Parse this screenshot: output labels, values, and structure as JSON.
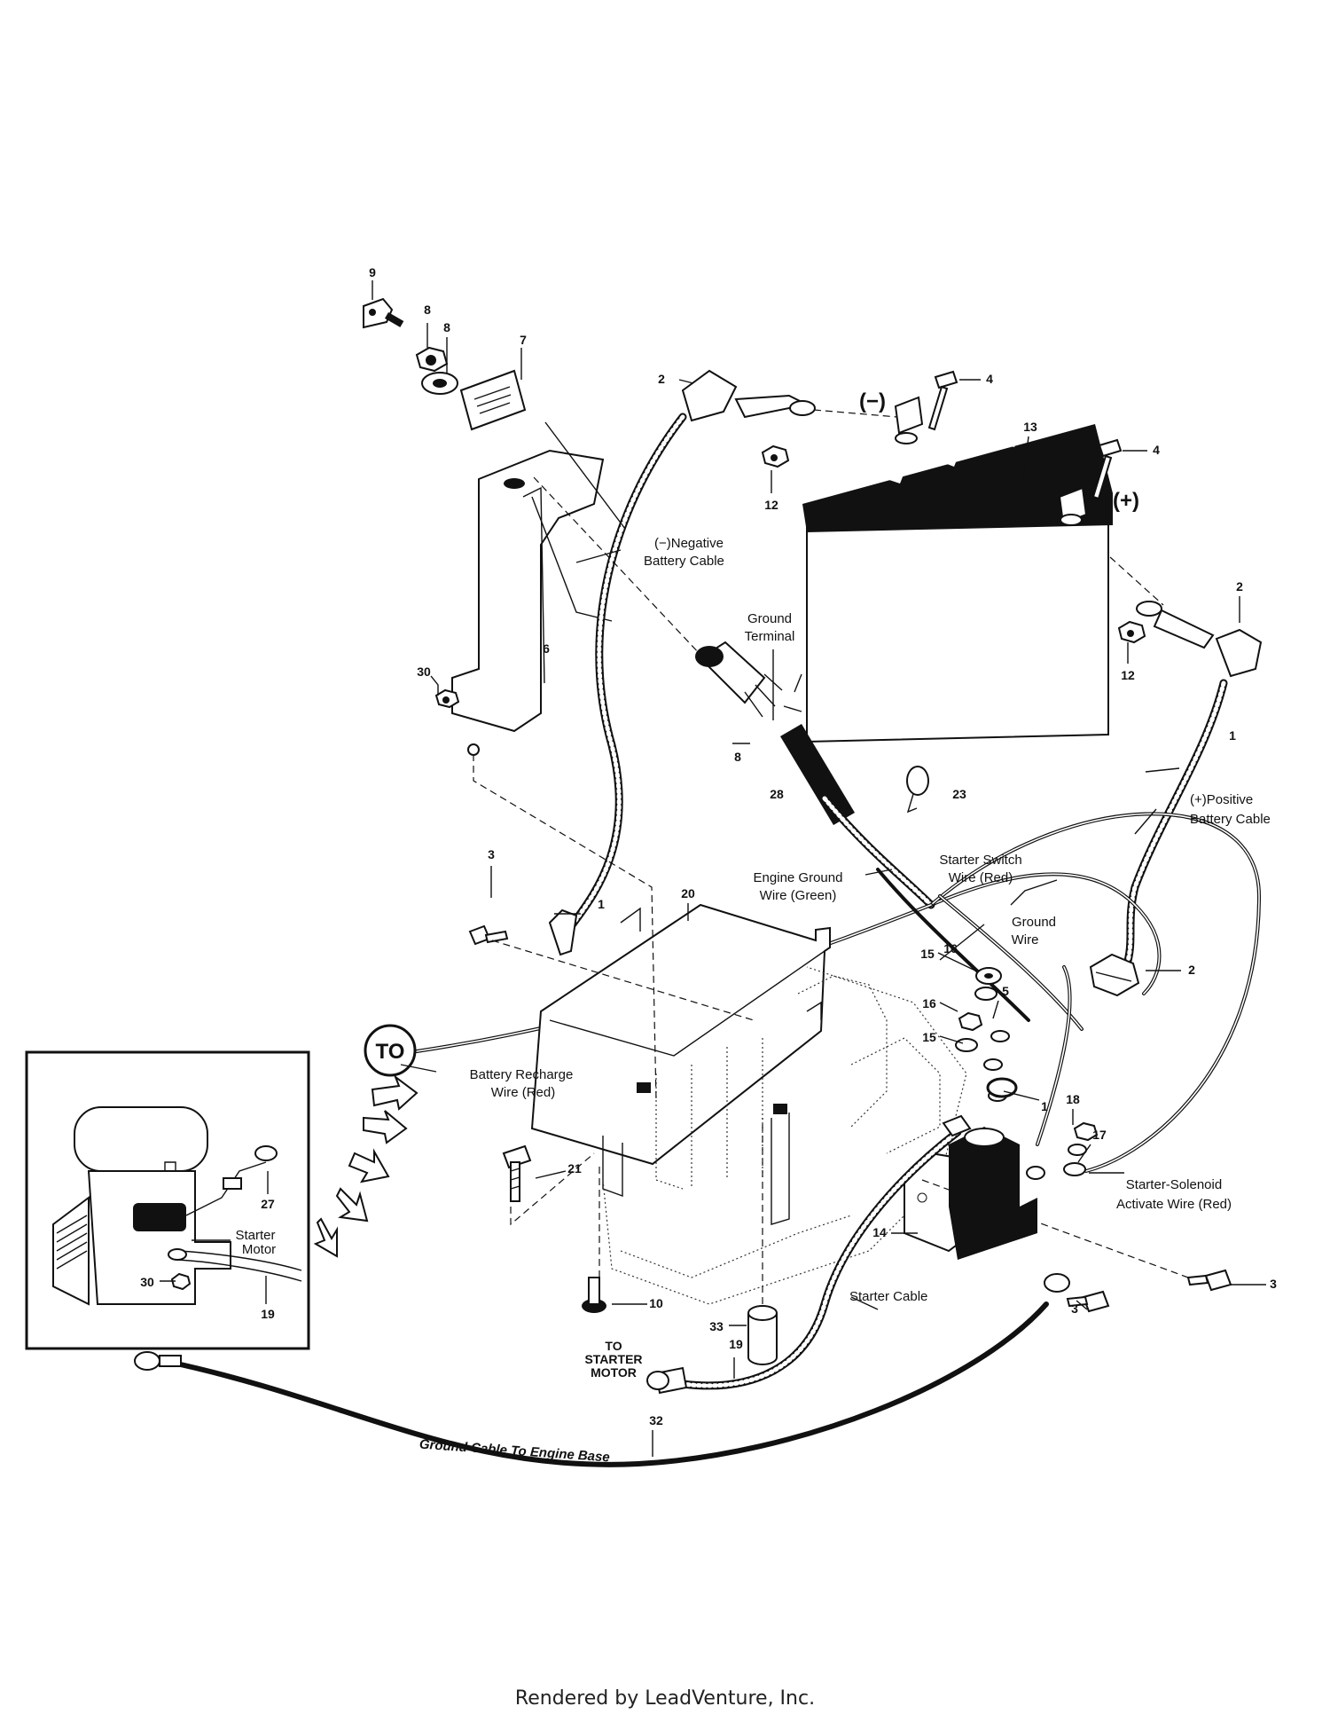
{
  "labels": {
    "negative_cable": [
      "(−)Negative",
      "Battery Cable"
    ],
    "ground_terminal": [
      "Ground",
      "Terminal"
    ],
    "positive_cable": [
      "(+)Positive",
      "Battery Cable"
    ],
    "starter_switch_wire": [
      "Starter Switch",
      "Wire (Red)"
    ],
    "engine_ground_wire": [
      "Engine Ground",
      "Wire (Green)"
    ],
    "ground_wire": [
      "Ground",
      "Wire"
    ],
    "battery_recharge_wire": [
      "Battery Recharge",
      "Wire (Red)"
    ],
    "starter_solenoid_wire": [
      "Starter-Solenoid",
      "Activate Wire (Red)"
    ],
    "starter_cable": "Starter Cable",
    "to_starter_motor": [
      "TO",
      "STARTER",
      "MOTOR"
    ],
    "ground_cable_engine_base": "Ground Cable To Engine Base",
    "to_badge": "TO",
    "starter_motor_inset": [
      "Starter",
      "Motor"
    ],
    "minus_sign": "(−)",
    "plus_sign": "(+)"
  },
  "callouts": {
    "n9": "9",
    "n8a": "8",
    "n8b": "8",
    "n7": "7",
    "n6": "6",
    "n30": "30",
    "n2a": "2",
    "n2b": "2",
    "n2c": "2",
    "n4a": "4",
    "n4b": "4",
    "n12a": "12",
    "n12b": "12",
    "n13": "13",
    "n8c": "8",
    "n28": "28",
    "n23": "23",
    "n1a": "1",
    "n1b": "1",
    "n1c": "1",
    "n3a": "3",
    "n3b": "3",
    "n3c": "3",
    "n20": "20",
    "n15a": "15",
    "n15b": "15",
    "n16a": "16",
    "n16b": "16",
    "n5": "5",
    "n18": "18",
    "n17": "17",
    "n14": "14",
    "n21": "21",
    "n10": "10",
    "n33": "33",
    "n19a": "19",
    "n19b": "19",
    "n32": "32",
    "n27": "27",
    "n30b": "30"
  },
  "footer": "Rendered by LeadVenture, Inc."
}
